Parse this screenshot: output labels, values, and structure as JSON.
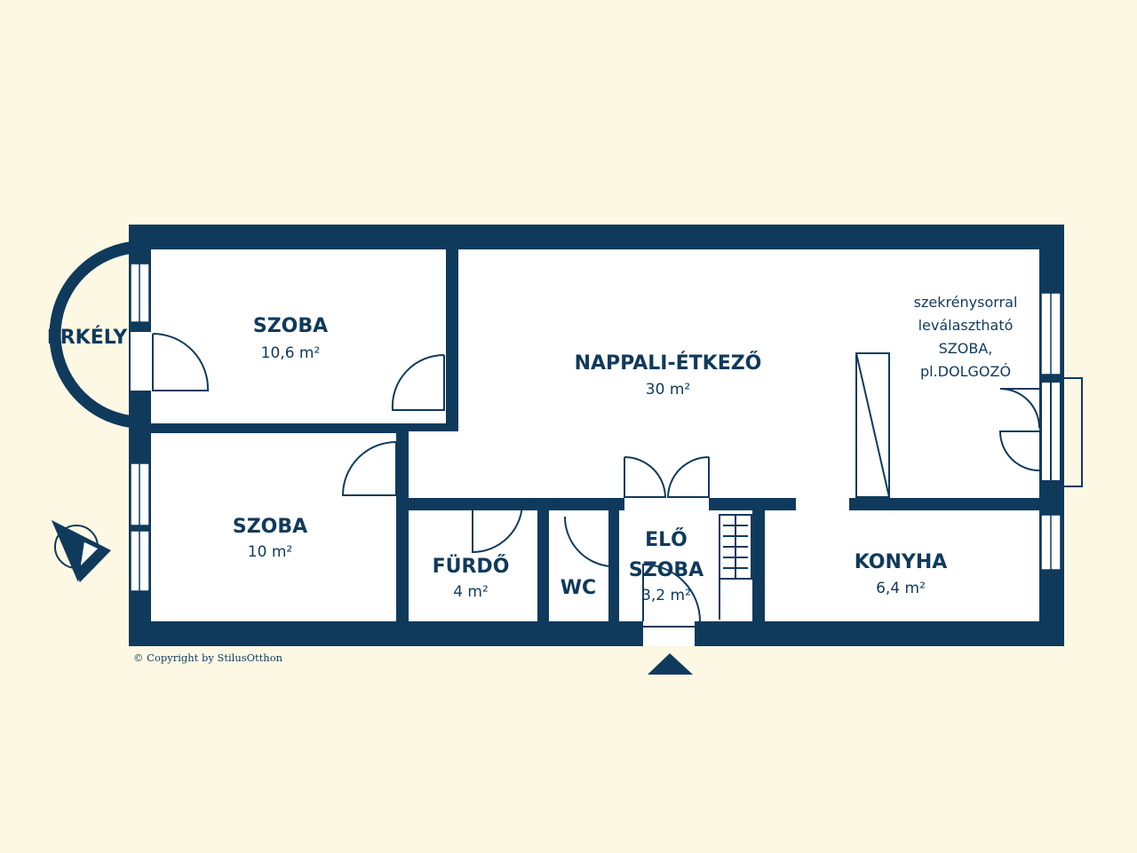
{
  "colors": {
    "background": "#fdf8e4",
    "wall": "#0f3a5c",
    "floor": "#ffffff",
    "line": "#0f3a5c"
  },
  "rooms": {
    "bedroom1": {
      "name": "SZOBA",
      "area": "10,6 m²"
    },
    "living": {
      "name": "NAPPALI-ÉTKEZŐ",
      "area": "30 m²"
    },
    "bedroom2": {
      "name": "SZOBA",
      "area": "10 m²"
    },
    "bathroom": {
      "name": "FÜRDŐ",
      "area": "4 m²"
    },
    "wc": {
      "name": "WC"
    },
    "hall": {
      "name_line1": "ELŐ",
      "name_line2": "SZOBA",
      "area": "3,2 m²"
    },
    "kitchen": {
      "name": "KONYHA",
      "area": "6,4 m²"
    },
    "balcony": {
      "name": "ERKÉLY"
    }
  },
  "note": {
    "line1": "szekrénysorral",
    "line2": "leválasztható",
    "line3": "SZOBA,",
    "line4": "pl.DOLGOZÓ"
  },
  "copyright": "© Copyright by StilusOtthon",
  "icons": {
    "compass": "compass-icon",
    "entrance": "entrance-arrow-icon"
  }
}
